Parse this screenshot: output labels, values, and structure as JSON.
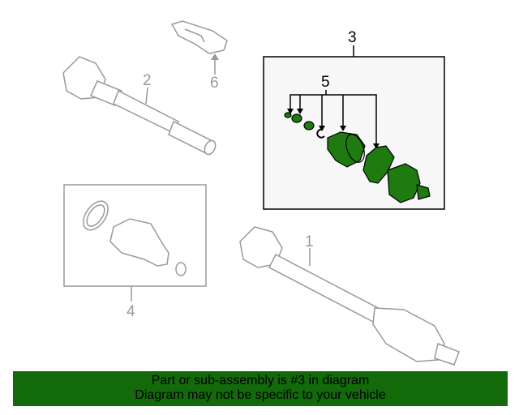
{
  "callouts": {
    "c1": "1",
    "c2": "2",
    "c3": "3",
    "c4": "4",
    "c5": "5",
    "c6": "6"
  },
  "banner": {
    "line1": "Part or sub-assembly is #3 in diagram",
    "line2": "Diagram may not be specific to your vehicle"
  },
  "colors": {
    "highlight": "#126a0a",
    "part_fill": "#1f7a10",
    "box_bg": "#f7f7f7",
    "grey_part": "#999999"
  }
}
